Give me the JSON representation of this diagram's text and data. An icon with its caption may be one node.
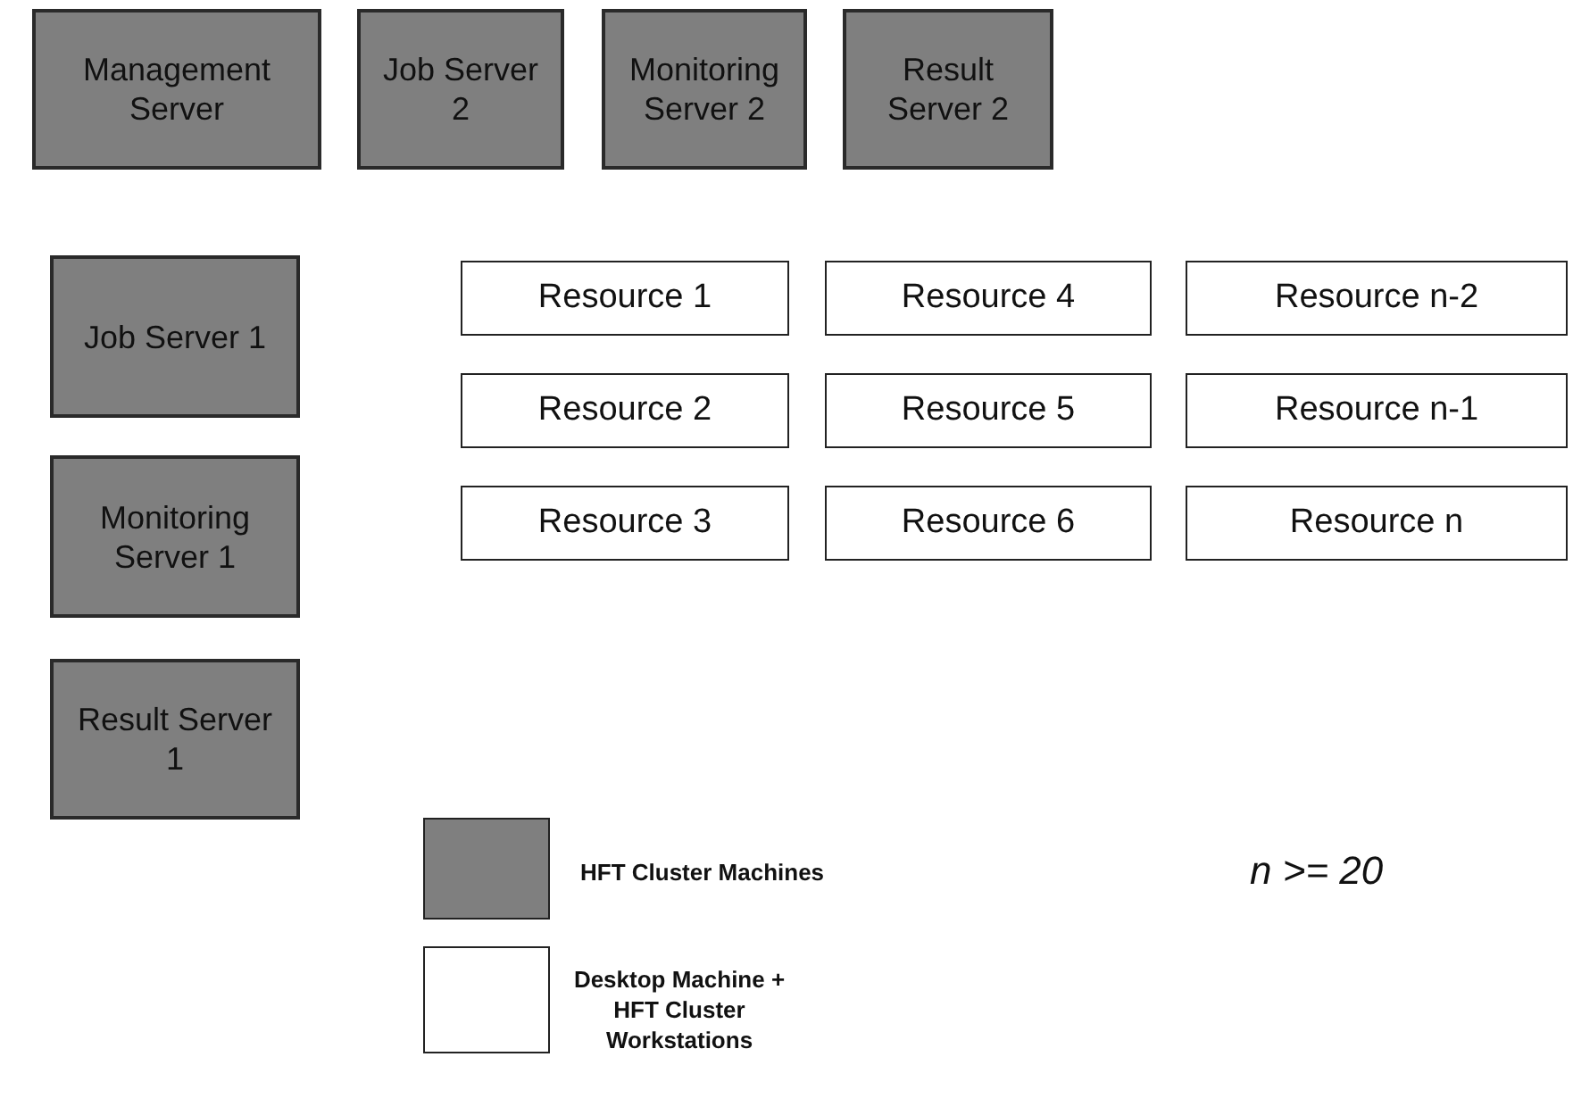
{
  "diagram": {
    "nodes": [
      {
        "text": [
          "Management Server"
        ]
      },
      {
        "text": [
          "Job Server 2"
        ]
      },
      {
        "text": [
          "Monitoring Server 2"
        ]
      },
      {
        "text": [
          "Result Server 2"
        ]
      },
      {
        "text": [
          "Job Server 1"
        ]
      },
      {
        "text": [
          "Resource 1"
        ]
      },
      {
        "text": [
          "Resource 4"
        ]
      },
      {
        "text": [
          "Resource n-2"
        ]
      },
      {
        "text": [
          "Monitoring Server 1"
        ]
      },
      {
        "text": [
          "Resource 2"
        ]
      },
      {
        "text": [
          "Resource 5"
        ]
      },
      {
        "text": [
          "Resource n-1"
        ]
      },
      {
        "text": [
          "Resource 3"
        ]
      },
      {
        "text": [
          "Resource 6"
        ]
      },
      {
        "text": [
          "Resource n"
        ]
      },
      {
        "text": [
          "Result Server 1"
        ]
      }
    ],
    "edges": [],
    "labels": [
      "n >= 20"
    ],
    "legend": [
      {
        "text": "HFT Cluster Machines",
        "color": "#7f7f7f"
      },
      {
        "text": "Desktop Machine + HFT Cluster Workstations",
        "color": "#ffffff"
      }
    ]
  }
}
